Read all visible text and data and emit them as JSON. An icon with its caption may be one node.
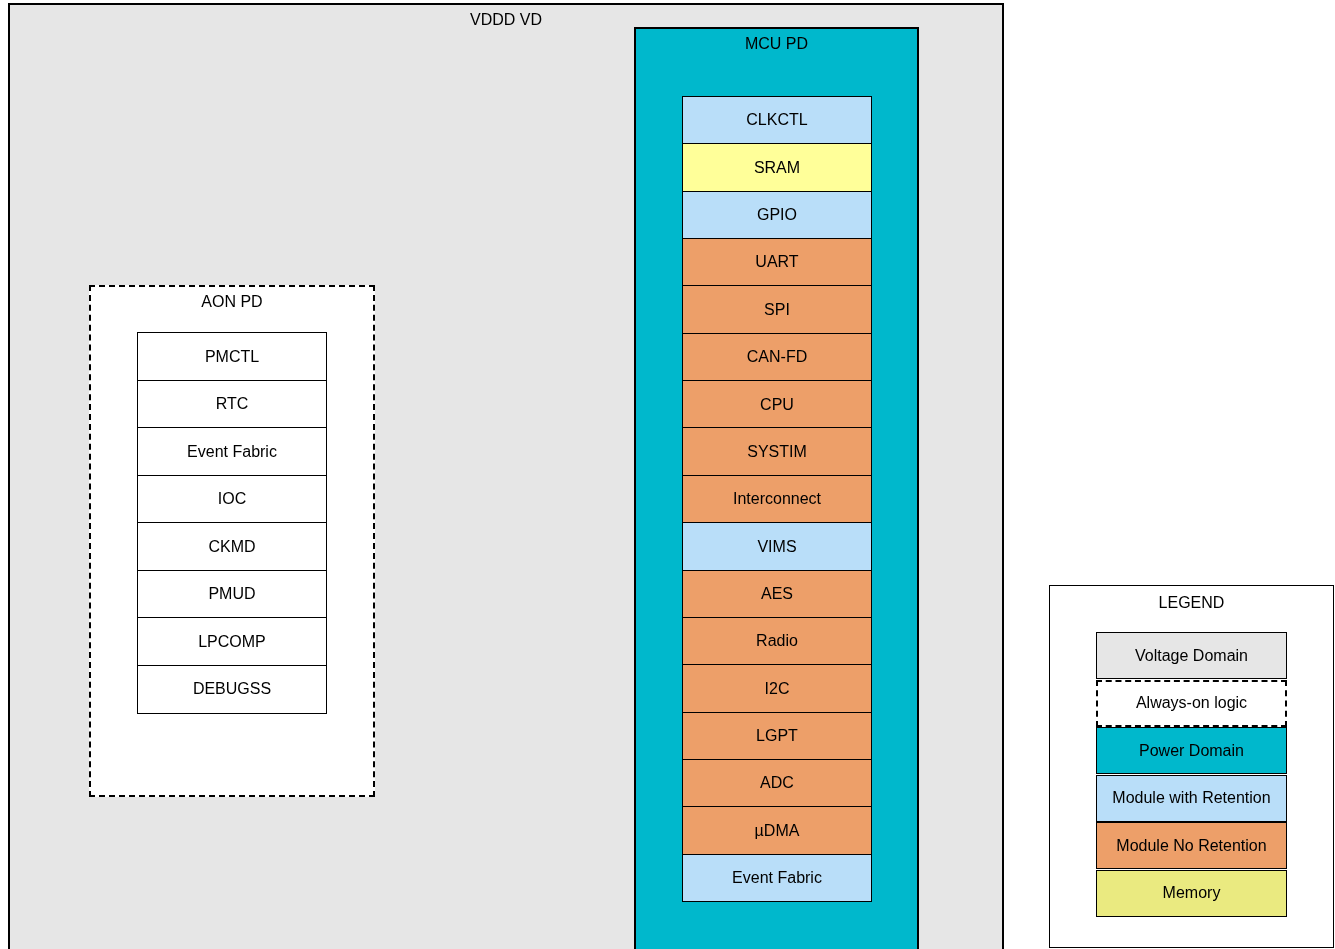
{
  "diagram": {
    "nodes": [
      {
        "text": [
          "VDDD VD"
        ]
      },
      {
        "text": [
          "AON PD"
        ],
        "in": 0
      },
      {
        "text": [
          "PMCTL"
        ],
        "in": 1
      },
      {
        "text": [
          "RTC"
        ],
        "in": 1
      },
      {
        "text": [
          "Event Fabric"
        ],
        "in": 1
      },
      {
        "text": [
          "IOC"
        ],
        "in": 1
      },
      {
        "text": [
          "CKMD"
        ],
        "in": 1
      },
      {
        "text": [
          "PMUD"
        ],
        "in": 1
      },
      {
        "text": [
          "LPCOMP"
        ],
        "in": 1
      },
      {
        "text": [
          "DEBUGSS"
        ],
        "in": 1
      },
      {
        "text": [
          "MCU PD"
        ],
        "in": 0
      },
      {
        "text": [
          "CLKCTL"
        ],
        "in": 10
      },
      {
        "text": [
          "SRAM"
        ],
        "in": 10
      },
      {
        "text": [
          "GPIO"
        ],
        "in": 10
      },
      {
        "text": [
          "UART"
        ],
        "in": 10
      },
      {
        "text": [
          "SPI"
        ],
        "in": 10
      },
      {
        "text": [
          "CAN-FD"
        ],
        "in": 10
      },
      {
        "text": [
          "CPU"
        ],
        "in": 10
      },
      {
        "text": [
          "SYSTIM"
        ],
        "in": 10
      },
      {
        "text": [
          "Interconnect"
        ],
        "in": 10
      },
      {
        "text": [
          "VIMS"
        ],
        "in": 10
      },
      {
        "text": [
          "AES"
        ],
        "in": 10
      },
      {
        "text": [
          "Radio"
        ],
        "in": 10
      },
      {
        "text": [
          "I2C"
        ],
        "in": 10
      },
      {
        "text": [
          "LGPT"
        ],
        "in": 10
      },
      {
        "text": [
          "ADC"
        ],
        "in": 10
      },
      {
        "text": [
          "µDMA"
        ],
        "in": 10
      },
      {
        "text": [
          "Event Fabric"
        ],
        "in": 10
      }
    ],
    "edges": [],
    "labels": [
      "LEGEND"
    ],
    "legend": [
      {
        "text": "Voltage Domain",
        "color": "#e6e6e6"
      },
      {
        "text": "Always-on logic"
      },
      {
        "text": "Power Domain",
        "color": "#00b8cc"
      },
      {
        "text": "Module with Retention",
        "color": "#b9def9"
      },
      {
        "text": "Module No Retention",
        "color": "#ed9f69"
      },
      {
        "text": "Memory",
        "color": "#eaea80"
      }
    ]
  }
}
